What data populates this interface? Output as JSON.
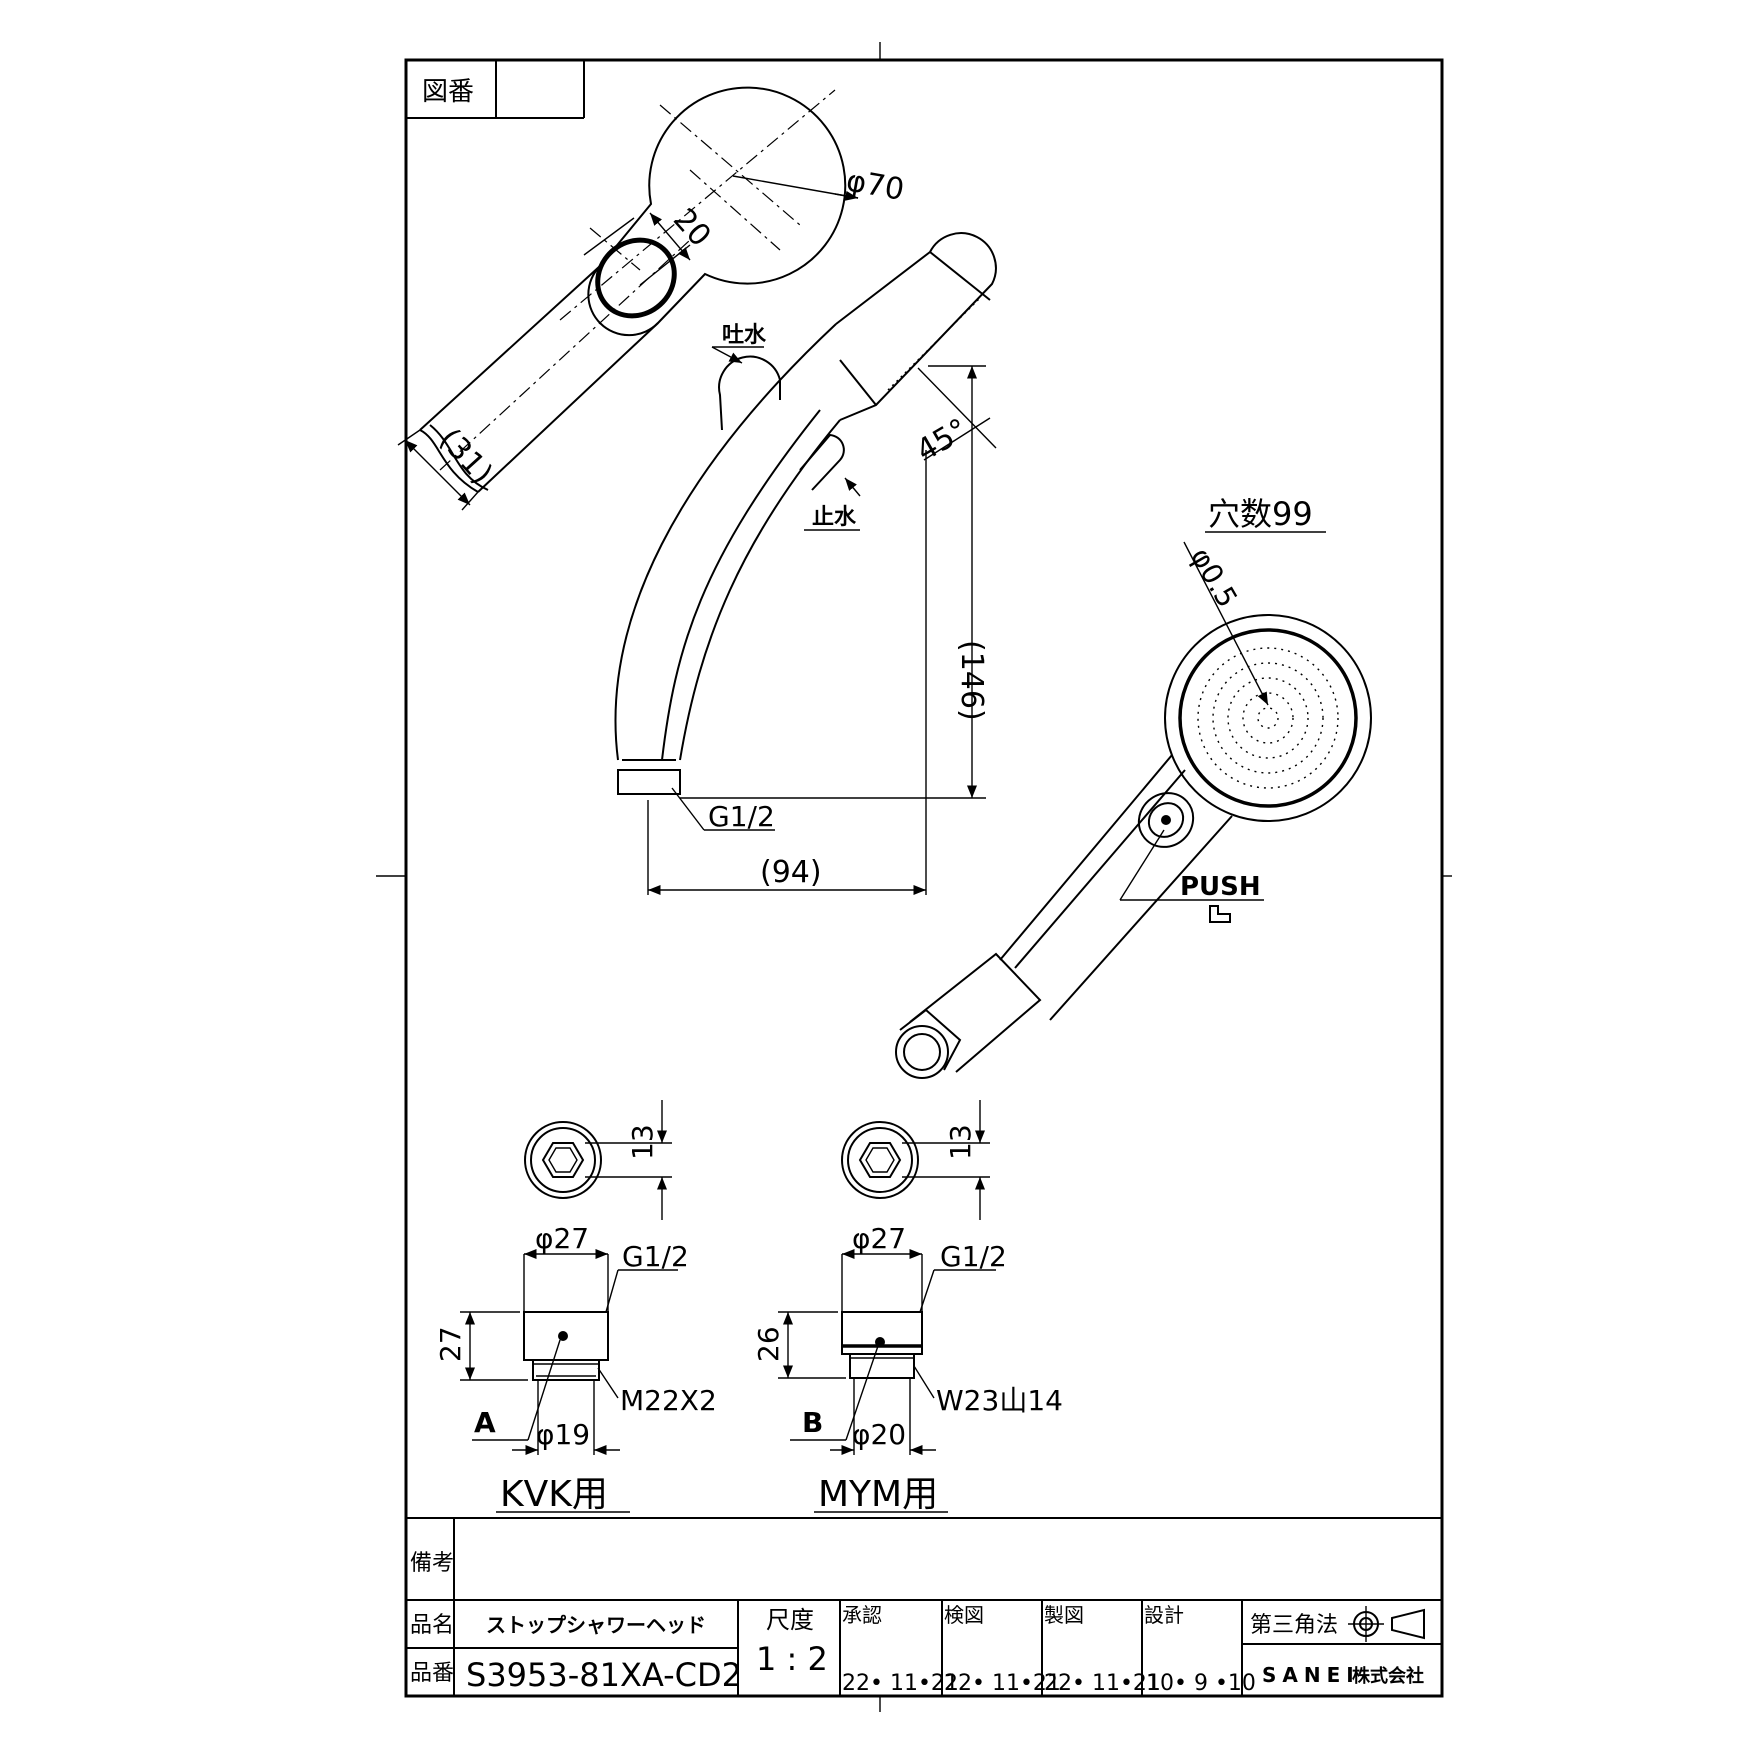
{
  "drawing_no_label": "図番",
  "top_view": {
    "dia_head": "φ70",
    "dim_button": "20",
    "dim_handle": "(31)"
  },
  "side_view": {
    "spout_label": "吐水",
    "stop_label": "止水",
    "angle": "45°",
    "height": "(146)",
    "width": "(94)",
    "thread": "G1/2"
  },
  "face_view": {
    "holes": "穴数99",
    "hole_dia": "φ0.5",
    "push": "PUSH"
  },
  "adapters": [
    {
      "hex": "13",
      "dia_outer": "φ27",
      "thread_top": "G1/2",
      "height": "27",
      "thread_bottom": "M22X2",
      "letter": "A",
      "dia_inner": "φ19",
      "caption": "KVK用"
    },
    {
      "hex": "13",
      "dia_outer": "φ27",
      "thread_top": "G1/2",
      "height": "26",
      "thread_bottom": "W23山14",
      "letter": "B",
      "dia_inner": "φ20",
      "caption": "MYM用"
    }
  ],
  "title_block": {
    "remarks_label": "備考",
    "name_label": "品名",
    "name_value": "ストップシャワーヘッド",
    "number_label": "品番",
    "number_value": "S3953-81XA-CD2",
    "scale_label": "尺度",
    "scale_value": "1 : 2",
    "approved_label": "承認",
    "approved_date": "22• 11•21",
    "checked_label": "検図",
    "checked_date": "22• 11•21",
    "drawn_label": "製図",
    "drawn_date": "22• 11•21",
    "design_label": "設計",
    "design_date": "10• 9 •10",
    "projection_label": "第三角法",
    "company": "SANEI",
    "company_suffix": "株式会社"
  }
}
